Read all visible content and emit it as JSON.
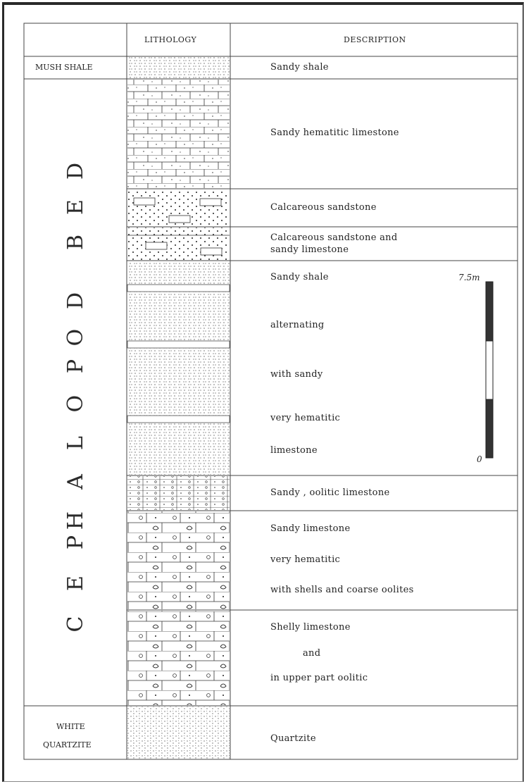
{
  "header": {
    "lithology": "LITHOLOGY",
    "description": "DESCRIPTION"
  },
  "formations": {
    "mush_shale": "MUSH SHALE",
    "cephalopod_bed": "CEPHALOPOD BED",
    "cephalopod_letters": [
      "C",
      "E",
      "P",
      "H",
      "A",
      "L",
      "O",
      "P",
      "O",
      "D",
      "B",
      "E",
      "D"
    ],
    "white_quartzite_line1": "WHITE",
    "white_quartzite_line2": "QUARTZITE"
  },
  "descriptions": {
    "sandy_shale_top": "Sandy shale",
    "sandy_hematitic_limestone": "Sandy hematitic limestone",
    "calcareous_sandstone": "Calcareous sandstone",
    "calc_sand_and_limestone_1": "Calcareous sandstone and",
    "calc_sand_and_limestone_2": "sandy limestone",
    "alt_1": "Sandy shale",
    "alt_2": "alternating",
    "alt_3": "with sandy",
    "alt_4": "very hematitic",
    "alt_5": "limestone",
    "oolitic": "Sandy , oolitic limestone",
    "sl_1": "Sandy limestone",
    "sl_2": "very hematitic",
    "sl_3": "with shells and coarse oolites",
    "shelly_1": "Shelly limestone",
    "shelly_2": "and",
    "shelly_3": "in upper part oolitic",
    "quartzite": "Quartzite"
  },
  "scale": {
    "top_label": "7.5m",
    "bottom_label": "0"
  }
}
